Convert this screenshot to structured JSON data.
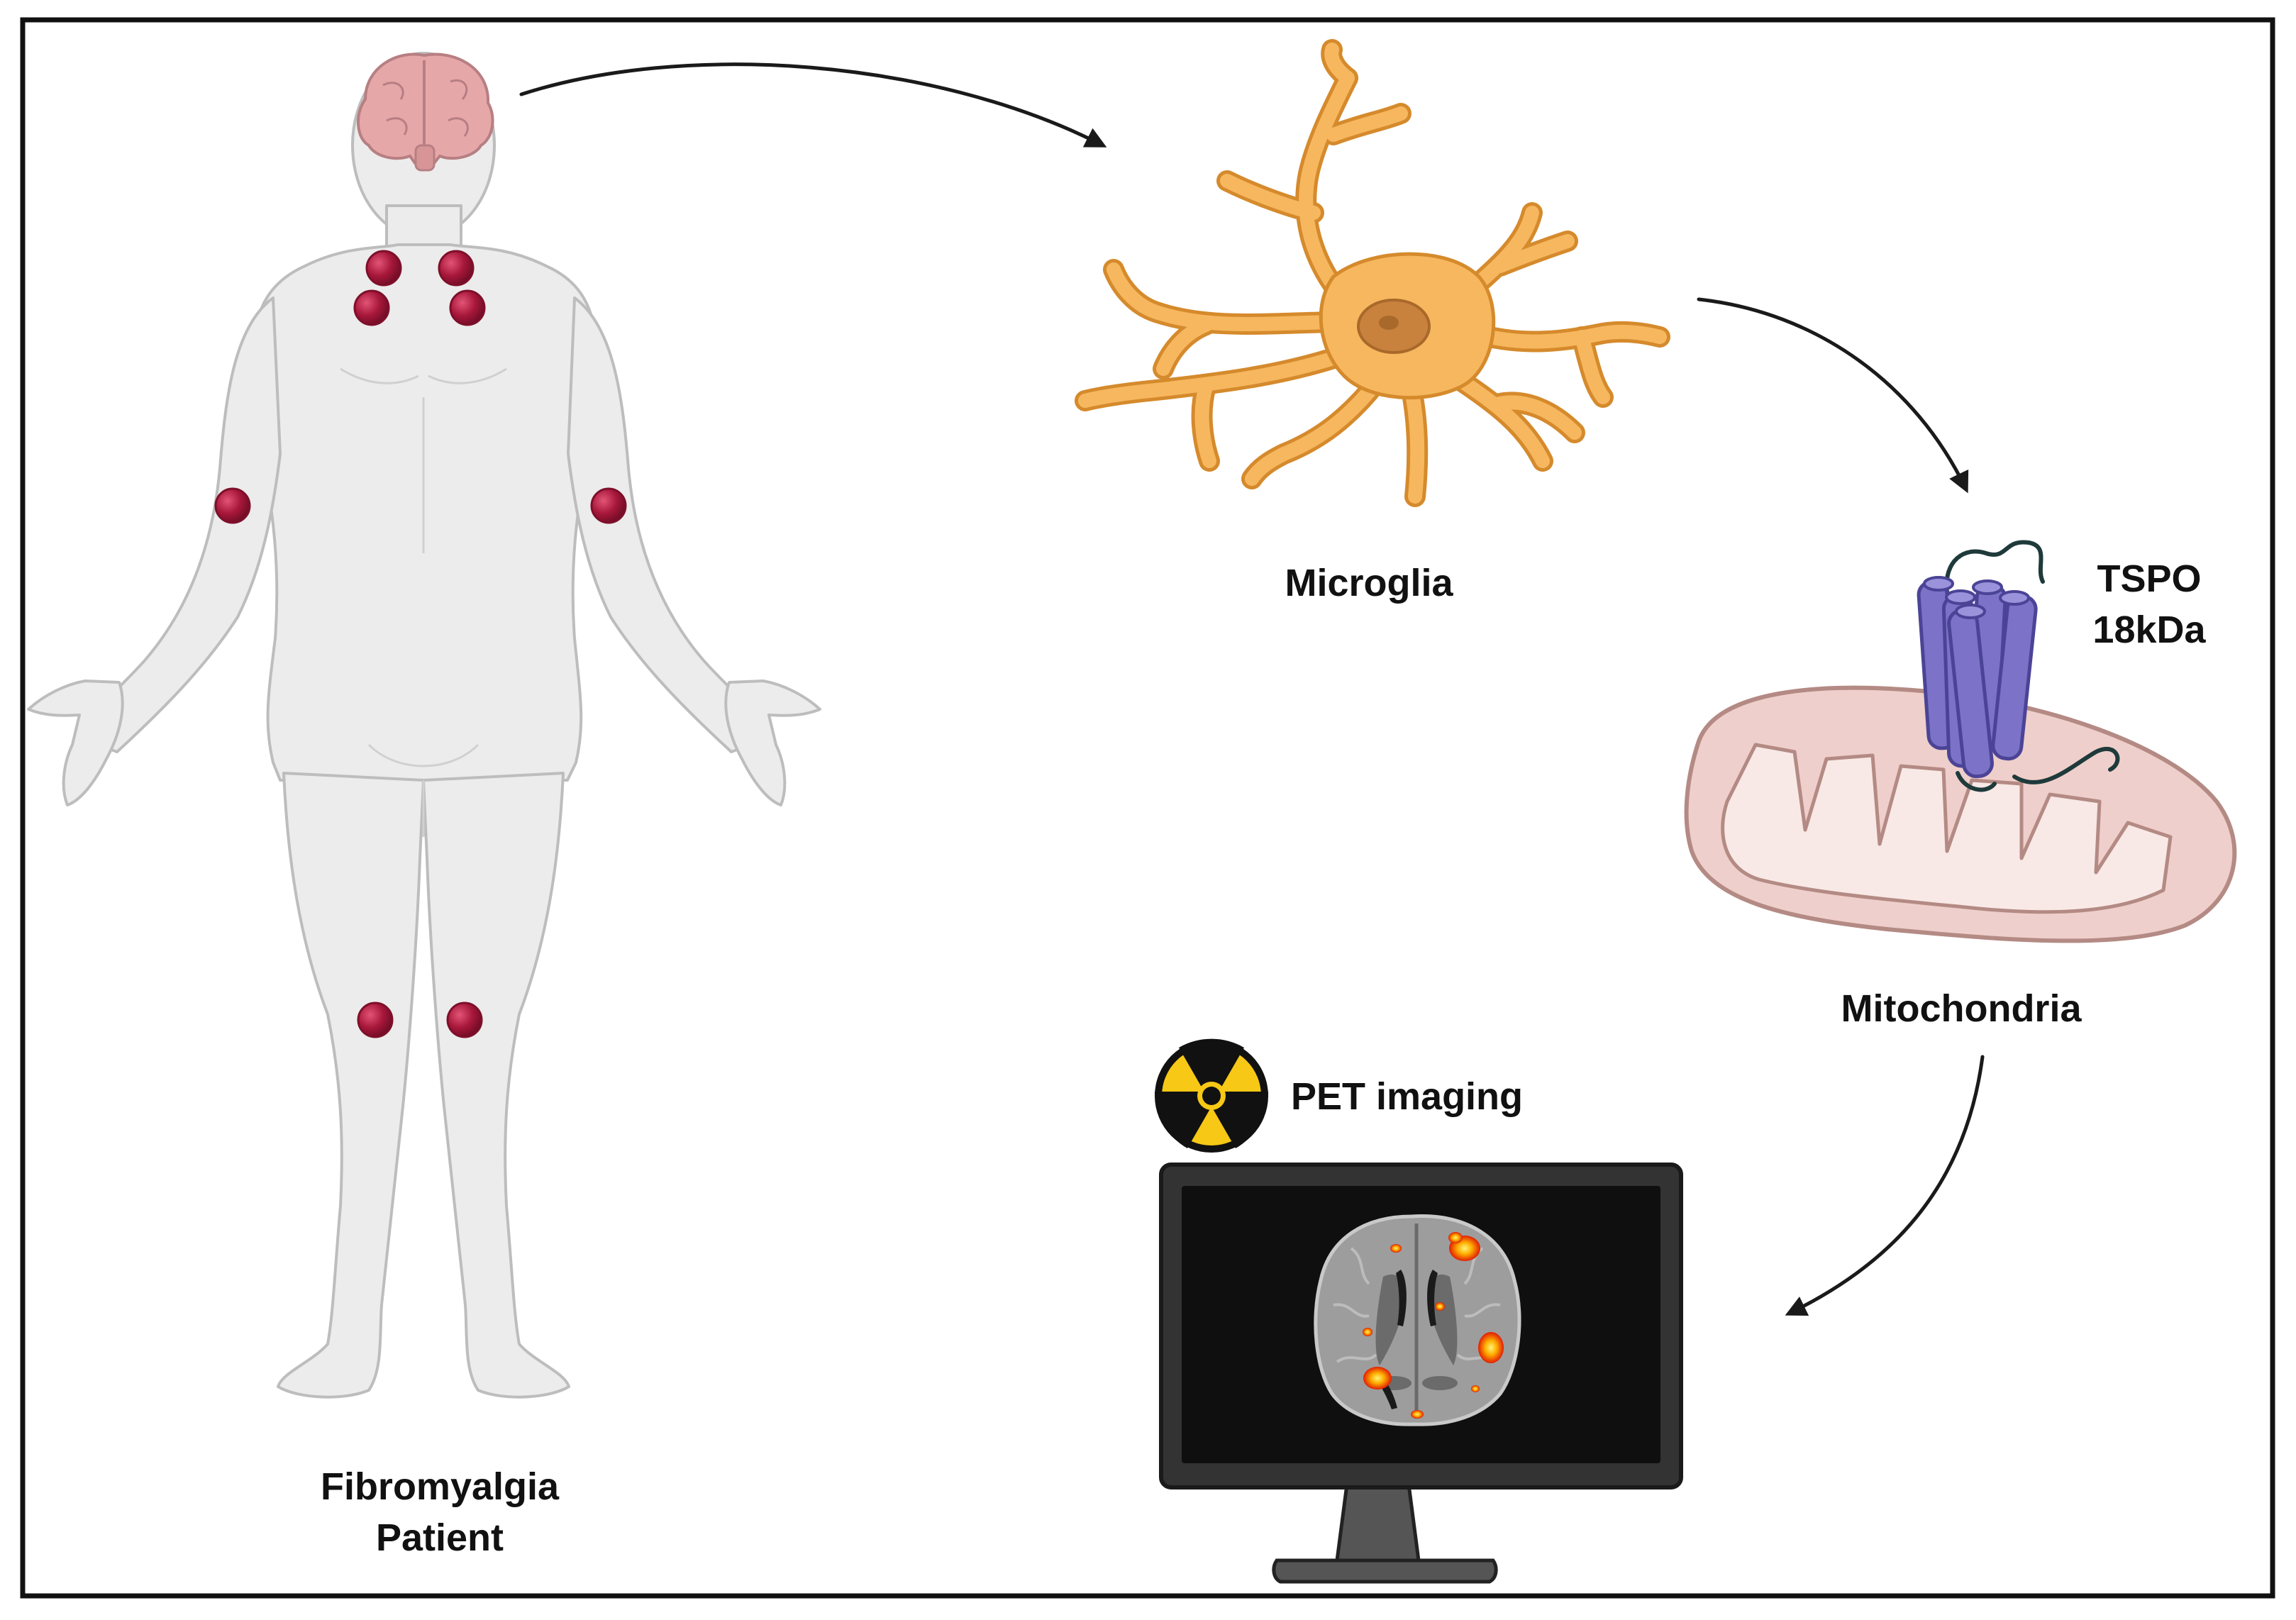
{
  "labels": {
    "patient_line1": "Fibromyalgia",
    "patient_line2": "Patient",
    "microglia": "Microglia",
    "tspo_line1": "TSPO",
    "tspo_line2": "18kDa",
    "mitochondria": "Mitochondria",
    "pet_imaging": "PET imaging"
  },
  "icons": {
    "body": "human-body-icon",
    "brain": "brain-icon",
    "tender_points": "tender-point-icon",
    "microglia": "microglia-cell-icon",
    "mitochondrion": "mitochondrion-icon",
    "tspo": "tspo-protein-icon",
    "radiation": "radiation-hazard-icon",
    "monitor": "monitor-icon",
    "brain_scan": "pet-brain-scan-icon"
  },
  "colors": {
    "frame": "#111111",
    "body_fill": "#ececec",
    "body_stroke": "#bdbdbd",
    "brain": "#e6a7a9",
    "tender_point": "#a7173a",
    "microglia_fill": "#f6b75f",
    "microglia_stroke": "#d58a2c",
    "nucleus": "#c9823e",
    "mito_outer": "#efcfcb",
    "mito_stroke": "#b48a84",
    "mito_inner": "#f8e9e6",
    "tspo": "#7c73c8",
    "tspo_stroke": "#4b4496",
    "radiation_yellow": "#f7c815",
    "monitor_body": "#333333",
    "monitor_screen": "#0f0f0f",
    "scan_gray": "#9d9d9d",
    "hotspot": "#ff8a00",
    "arrow": "#1a1a1a"
  }
}
